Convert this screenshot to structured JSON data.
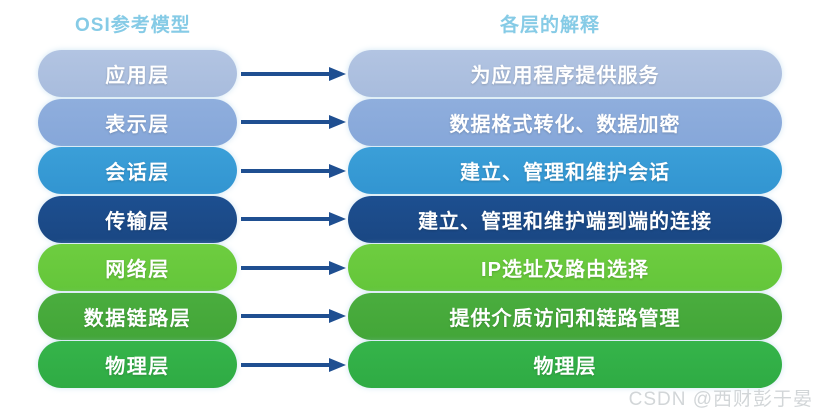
{
  "headers": {
    "left": "OSI参考模型",
    "right": "各层的解释",
    "color": "#86cbe6"
  },
  "arrow": {
    "icon": "right-arrow-icon",
    "color": "#1f4f91"
  },
  "watermark": {
    "text": "CSDN @西财彭于晏",
    "color": "#d2d6d8"
  },
  "rows": [
    {
      "layer": "应用层",
      "description": "为应用程序提供服务",
      "color": "#b2c4e2",
      "color_end": "#a8bcdd"
    },
    {
      "layer": "表示层",
      "description": "数据格式转化、数据加密",
      "color": "#8faedd",
      "color_end": "#86a7d9"
    },
    {
      "layer": "会话层",
      "description": "建立、管理和维护会话",
      "color": "#3b9fd8",
      "color_end": "#3295d1"
    },
    {
      "layer": "传输层",
      "description": "建立、管理和维护端到端的连接",
      "color": "#1d4f90",
      "color_end": "#1a4783"
    },
    {
      "layer": "网络层",
      "description": "IP选址及路由选择",
      "color": "#6ecd40",
      "color_end": "#64c63a"
    },
    {
      "layer": "数据链路层",
      "description": "提供介质访问和链路管理",
      "color": "#4aad3e",
      "color_end": "#43a638"
    },
    {
      "layer": "物理层",
      "description": "物理层",
      "color": "#35b44a",
      "color_end": "#2fab44"
    }
  ]
}
